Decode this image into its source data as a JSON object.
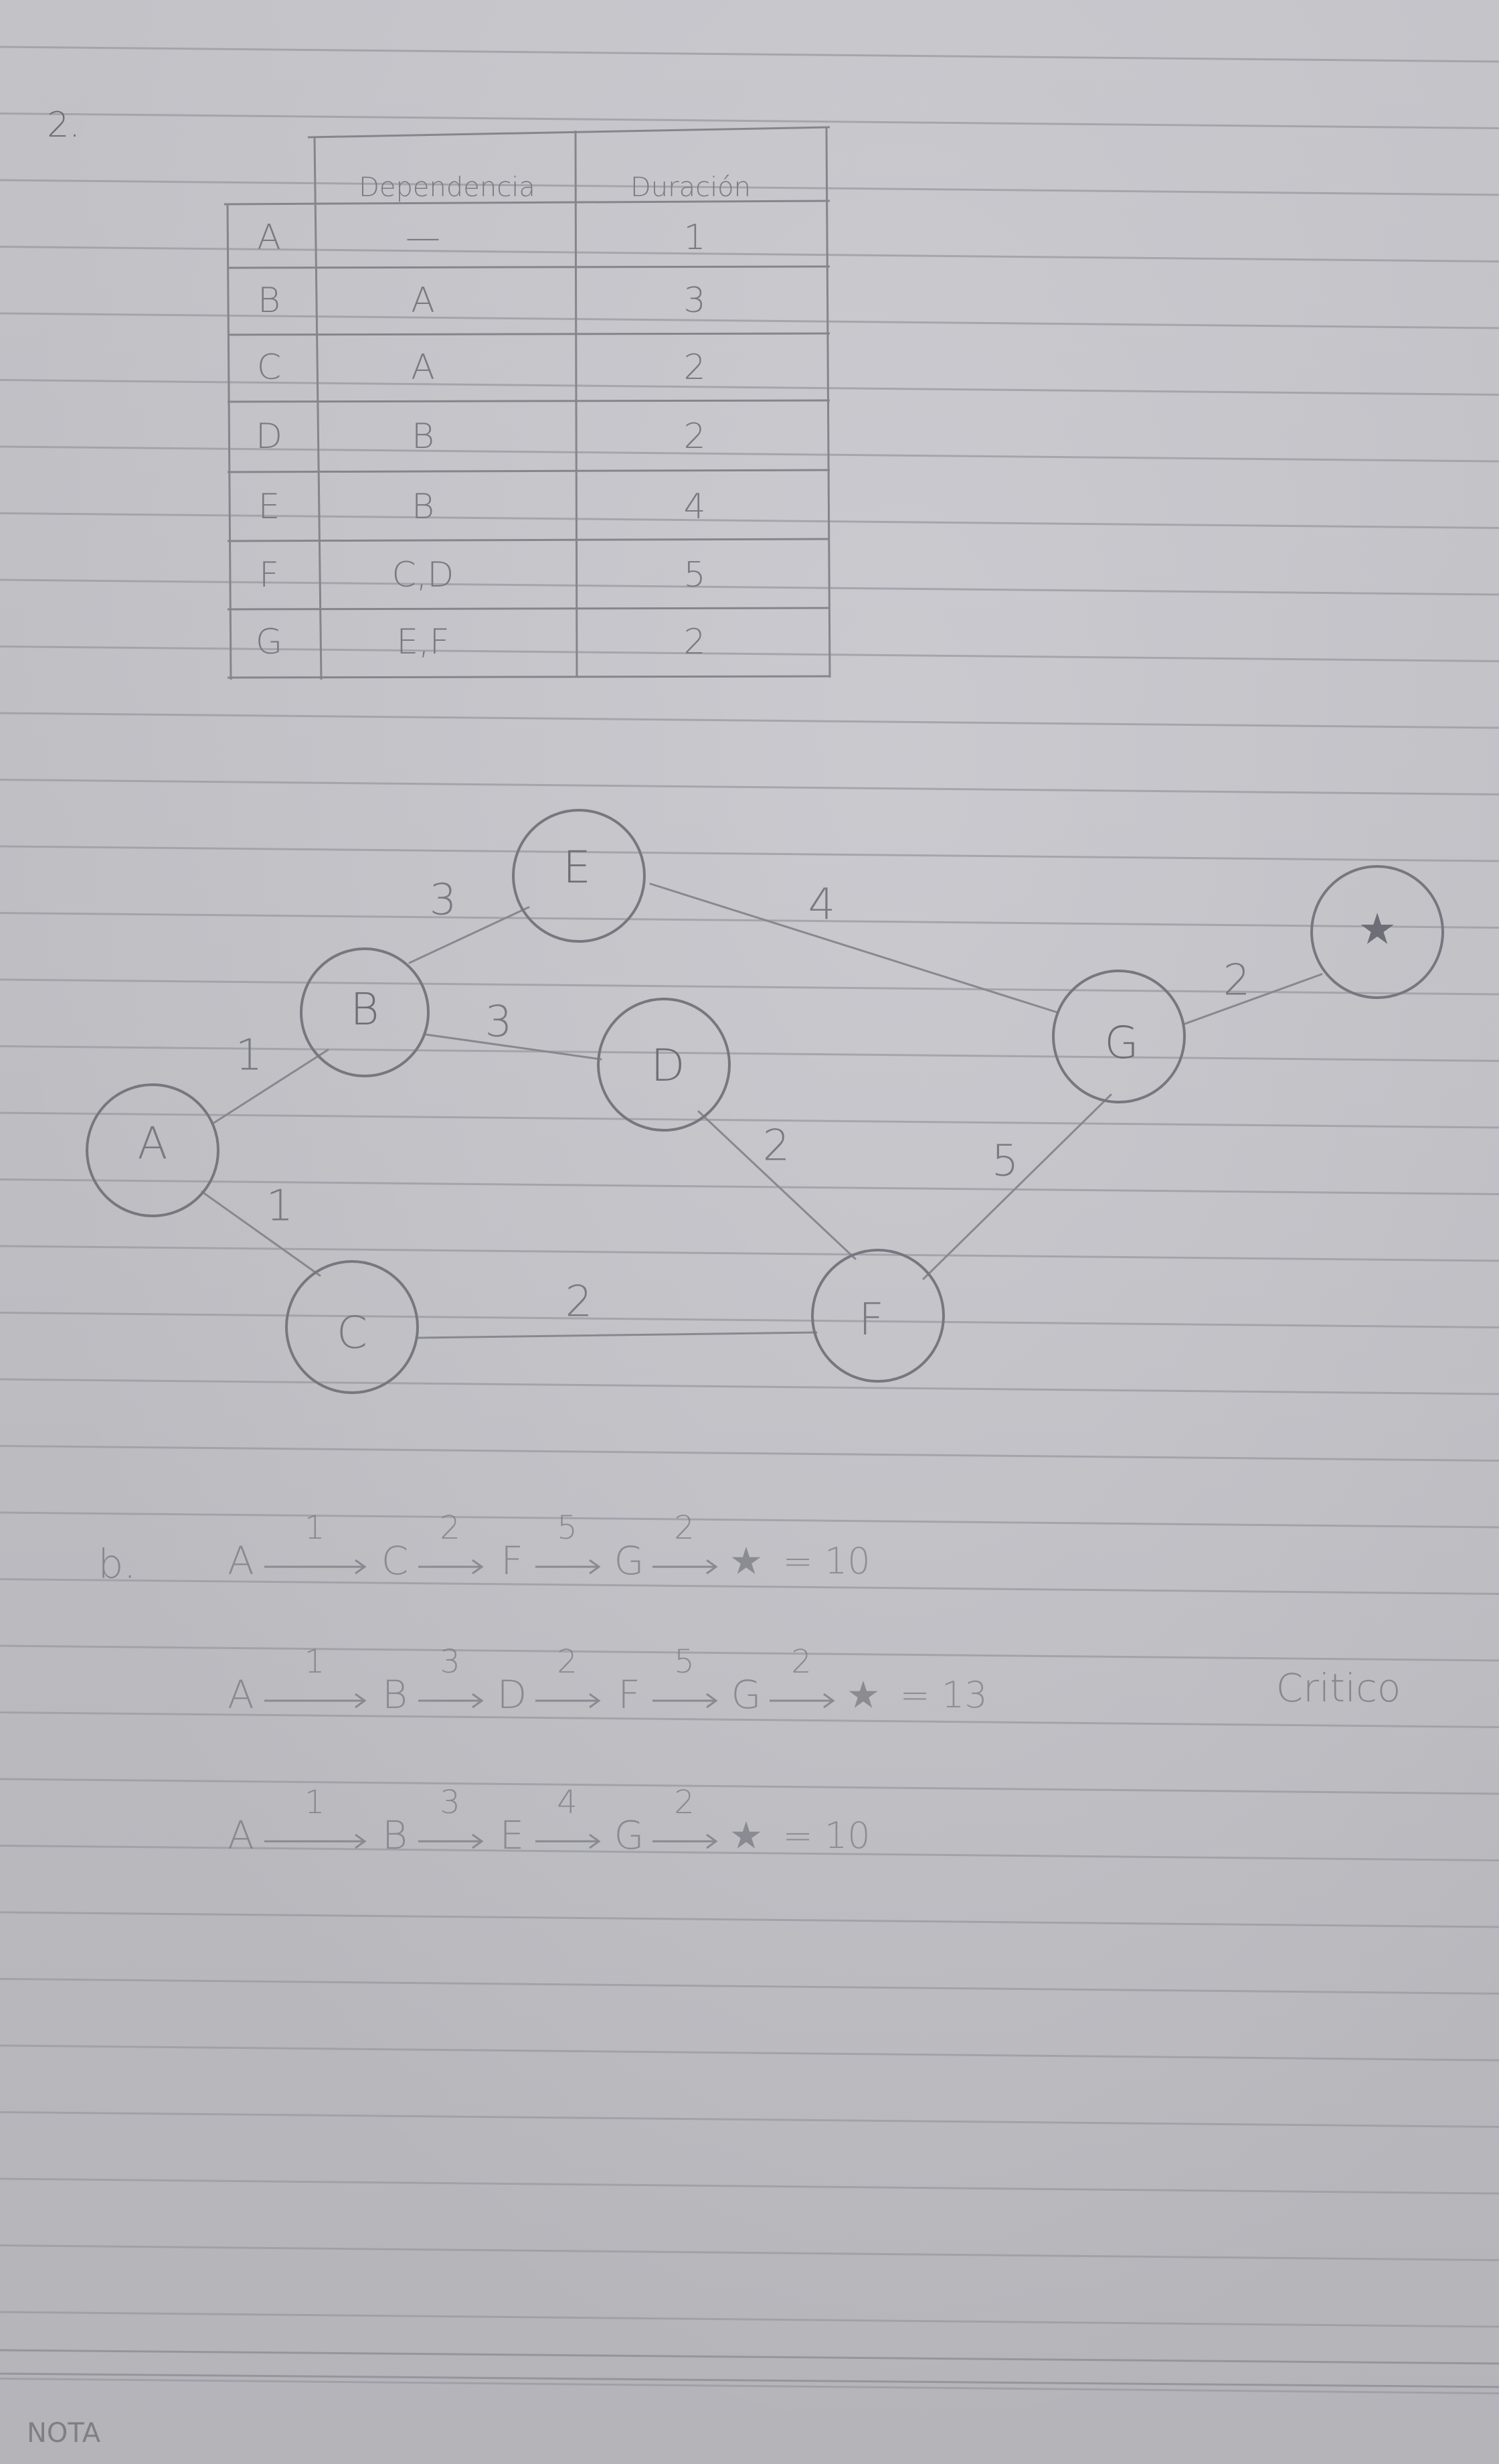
{
  "exercise_number": "2.",
  "table": {
    "headers": [
      "Dependencia",
      "Duración"
    ],
    "rows": [
      {
        "activity": "A",
        "dependency": "—",
        "duration": "1"
      },
      {
        "activity": "B",
        "dependency": "A",
        "duration": "3"
      },
      {
        "activity": "C",
        "dependency": "A",
        "duration": "2"
      },
      {
        "activity": "D",
        "dependency": "B",
        "duration": "2"
      },
      {
        "activity": "E",
        "dependency": "B",
        "duration": "4"
      },
      {
        "activity": "F",
        "dependency": "C,D",
        "duration": "5"
      },
      {
        "activity": "G",
        "dependency": "E,F",
        "duration": "2"
      }
    ]
  },
  "network": {
    "nodes": [
      "A",
      "B",
      "C",
      "D",
      "E",
      "F",
      "G",
      "★"
    ],
    "edges": [
      {
        "from": "A",
        "to": "B",
        "label": "1"
      },
      {
        "from": "A",
        "to": "C",
        "label": "1"
      },
      {
        "from": "B",
        "to": "E",
        "label": "3"
      },
      {
        "from": "B",
        "to": "D",
        "label": "3"
      },
      {
        "from": "E",
        "to": "G",
        "label": "4"
      },
      {
        "from": "D",
        "to": "F",
        "label": "2"
      },
      {
        "from": "C",
        "to": "F",
        "label": "2"
      },
      {
        "from": "F",
        "to": "G",
        "label": "5"
      },
      {
        "from": "G",
        "to": "★",
        "label": "2"
      }
    ]
  },
  "paths": {
    "part_label": "b.",
    "items": [
      {
        "steps": [
          {
            "node": "A",
            "weight": "1"
          },
          {
            "node": "C",
            "weight": "2"
          },
          {
            "node": "F",
            "weight": "5"
          },
          {
            "node": "G",
            "weight": "2"
          }
        ],
        "end": "★",
        "total": "= 10",
        "note": ""
      },
      {
        "steps": [
          {
            "node": "A",
            "weight": "1"
          },
          {
            "node": "B",
            "weight": "3"
          },
          {
            "node": "D",
            "weight": "2"
          },
          {
            "node": "F",
            "weight": "5"
          },
          {
            "node": "G",
            "weight": "2"
          }
        ],
        "end": "★",
        "total": "= 13",
        "note": "Critico"
      },
      {
        "steps": [
          {
            "node": "A",
            "weight": "1"
          },
          {
            "node": "B",
            "weight": "3"
          },
          {
            "node": "E",
            "weight": "4"
          },
          {
            "node": "G",
            "weight": "2"
          }
        ],
        "end": "★",
        "total": "= 10",
        "note": ""
      }
    ]
  },
  "footer": {
    "label": "NOTA"
  }
}
